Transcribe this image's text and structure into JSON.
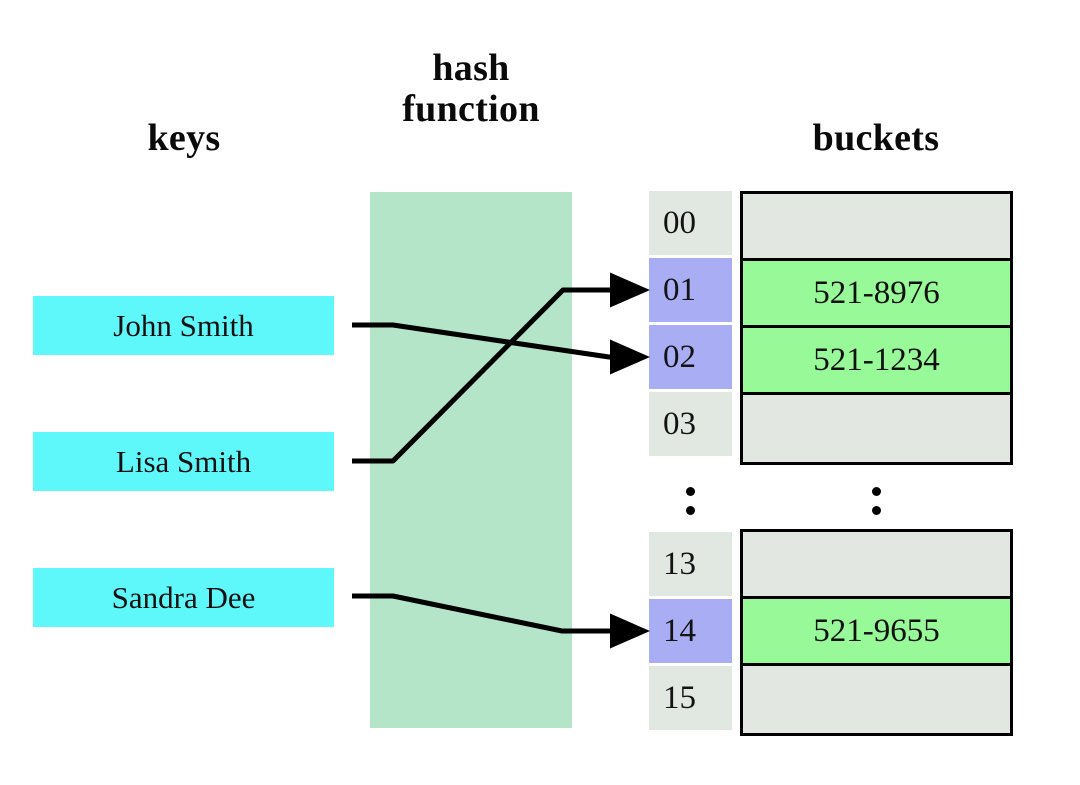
{
  "diagram": {
    "title": "hash table mapping keys to buckets",
    "headings": {
      "keys": "keys",
      "hash_function": "hash\nfunction",
      "buckets": "buckets"
    },
    "colors": {
      "key_box": "#5ef7fa",
      "hash_band": "#b4e5c9",
      "index_empty": "#e1e7e1",
      "index_active": "#a9aef4",
      "bucket_empty": "#e2e7e2",
      "bucket_filled": "#97f997",
      "line": "#000000",
      "text": "#111111"
    },
    "keys": [
      {
        "label": "John Smith"
      },
      {
        "label": "Lisa Smith"
      },
      {
        "label": "Sandra Dee"
      }
    ],
    "bucket_groups": [
      {
        "rows": [
          {
            "index": "00",
            "value": "",
            "active": false
          },
          {
            "index": "01",
            "value": "521-8976",
            "active": true
          },
          {
            "index": "02",
            "value": "521-1234",
            "active": true
          },
          {
            "index": "03",
            "value": "",
            "active": false
          }
        ]
      },
      {
        "rows": [
          {
            "index": "13",
            "value": "",
            "active": false
          },
          {
            "index": "14",
            "value": "521-9655",
            "active": true
          },
          {
            "index": "15",
            "value": "",
            "active": false
          }
        ]
      }
    ],
    "ellipsis": {
      "glyph": "vertical-ellipsis",
      "dot_count": 2
    },
    "mappings": [
      {
        "from_key": "John Smith",
        "to_index": "02",
        "to_value": "521-1234"
      },
      {
        "from_key": "Lisa Smith",
        "to_index": "01",
        "to_value": "521-8976"
      },
      {
        "from_key": "Sandra Dee",
        "to_index": "14",
        "to_value": "521-9655"
      }
    ]
  }
}
